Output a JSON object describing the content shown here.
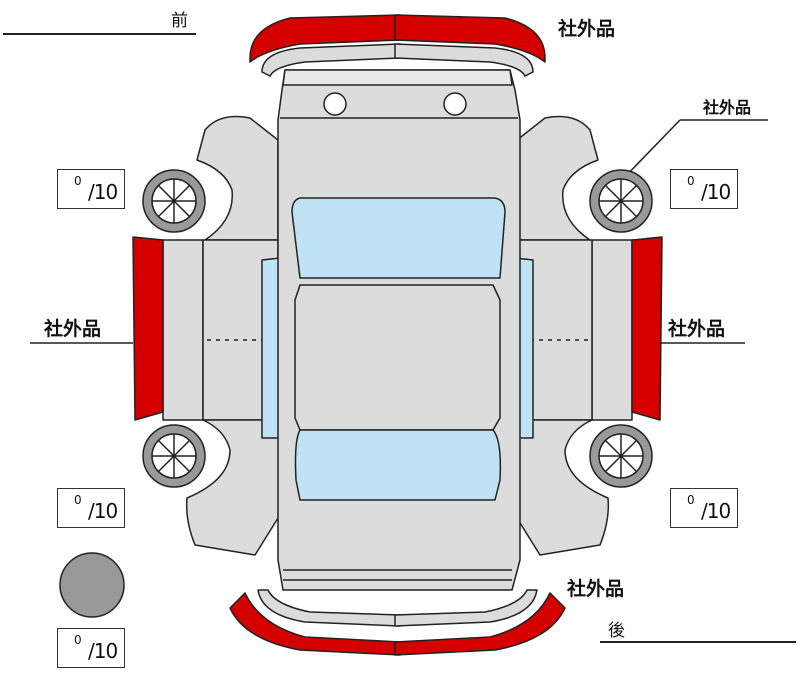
{
  "direction": {
    "front": "前",
    "rear": "後"
  },
  "aftermarket_labels": {
    "front_bumper": "社外品",
    "right_front": "社外品",
    "left_side": "社外品",
    "right_side": "社外品",
    "rear_bumper": "社外品"
  },
  "tire_scores": [
    {
      "position": "left-front",
      "value": "0",
      "max": "/10"
    },
    {
      "position": "right-front",
      "value": "0",
      "max": "/10"
    },
    {
      "position": "left-rear",
      "value": "0",
      "max": "/10"
    },
    {
      "position": "right-rear",
      "value": "0",
      "max": "/10"
    },
    {
      "position": "spare",
      "value": "0",
      "max": "/10"
    }
  ],
  "colors": {
    "damage": "#d40000",
    "body": "#dcdcdc",
    "glass": "#bfe3f5",
    "tire": "#999999"
  }
}
